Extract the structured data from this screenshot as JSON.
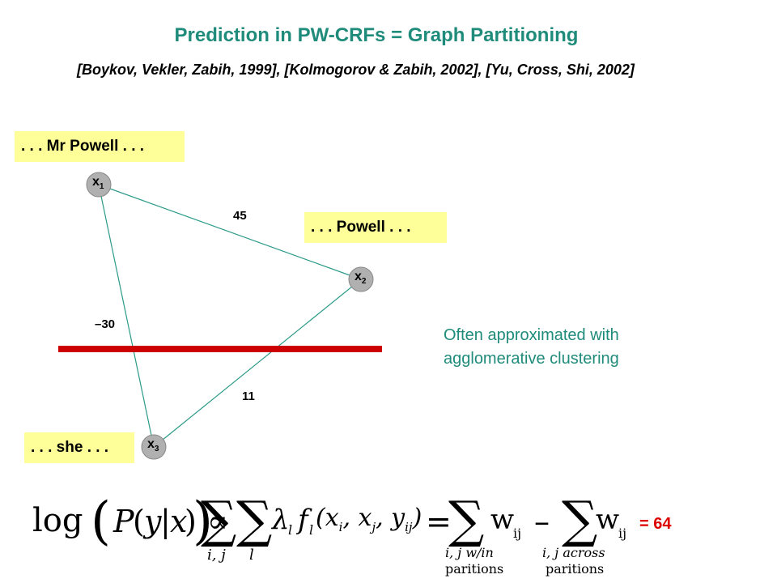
{
  "slide": {
    "title": "Prediction in PW-CRFs = Graph Partitioning",
    "citations": "[Boykov, Vekler, Zabih, 1999], [Kolmogorov & Zabih, 2002], [Yu, Cross, Shi, 2002]",
    "note_line1": "Often approximated with",
    "note_line2": "agglomerative clustering",
    "result": "= 64"
  },
  "colors": {
    "title": "#1f8b7a",
    "note": "#1f8b7a",
    "label_bg": "#ffff99",
    "node_fill": "#b0b0b0",
    "edge": "#2a9a88",
    "cut_line": "#cc0000",
    "result": "#dd0000"
  },
  "graph": {
    "nodes": [
      {
        "id": "x1",
        "name": "x",
        "sub": "1"
      },
      {
        "id": "x2",
        "name": "x",
        "sub": "2"
      },
      {
        "id": "x3",
        "name": "x",
        "sub": "3"
      }
    ],
    "edges": [
      {
        "from": "x1",
        "to": "x2",
        "weight": "45"
      },
      {
        "from": "x1",
        "to": "x3",
        "weight": "–30"
      },
      {
        "from": "x2",
        "to": "x3",
        "weight": "11"
      }
    ],
    "labels": [
      {
        "node": "x1",
        "text": ". . . Mr Powell . . ."
      },
      {
        "node": "x2",
        "text": ". . . Powell . . ."
      },
      {
        "node": "x3",
        "text": ". . . she . . ."
      }
    ]
  },
  "formula": {
    "log": "log",
    "P": "P",
    "y": "y",
    "x": "x",
    "propto": "∝",
    "sum": "∑",
    "sub_ij": "i, j",
    "sub_l": "l",
    "lambda": "λ",
    "f": "f",
    "args": "(x",
    "equals": "=",
    "w": "w",
    "w_sub": "ij",
    "minus": "–",
    "win": "i, j w/in",
    "win2": "paritions",
    "across": "i, j across",
    "across2": "paritions"
  }
}
